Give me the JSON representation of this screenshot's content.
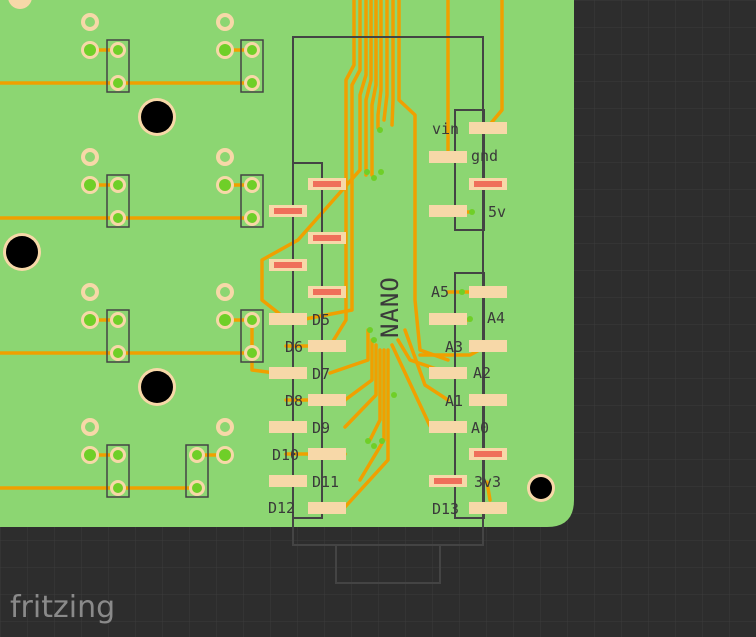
{
  "app": {
    "watermark": "fritzing"
  },
  "colors": {
    "background": "#2d2d2d",
    "grid": "#3b3b3b",
    "pcb": "#8cd672",
    "trace": "#f0a000",
    "copper_pad": "#f7d8a8",
    "pad_fill": "#ef6f5a",
    "via_center": "#6fcf28",
    "hole": "#000000",
    "silkscreen": "#3a3a3a"
  },
  "board": {
    "module_name": "NANO",
    "left_pin_labels": [
      "D5",
      "D6",
      "D7",
      "D8",
      "D9",
      "D10",
      "D11",
      "D12"
    ],
    "right_pin_labels_top": [
      "vin",
      "gnd",
      "5v"
    ],
    "right_pin_labels_bottom": [
      "A5",
      "A4",
      "A3",
      "A2",
      "A1",
      "A0",
      "3v3",
      "D13"
    ]
  }
}
